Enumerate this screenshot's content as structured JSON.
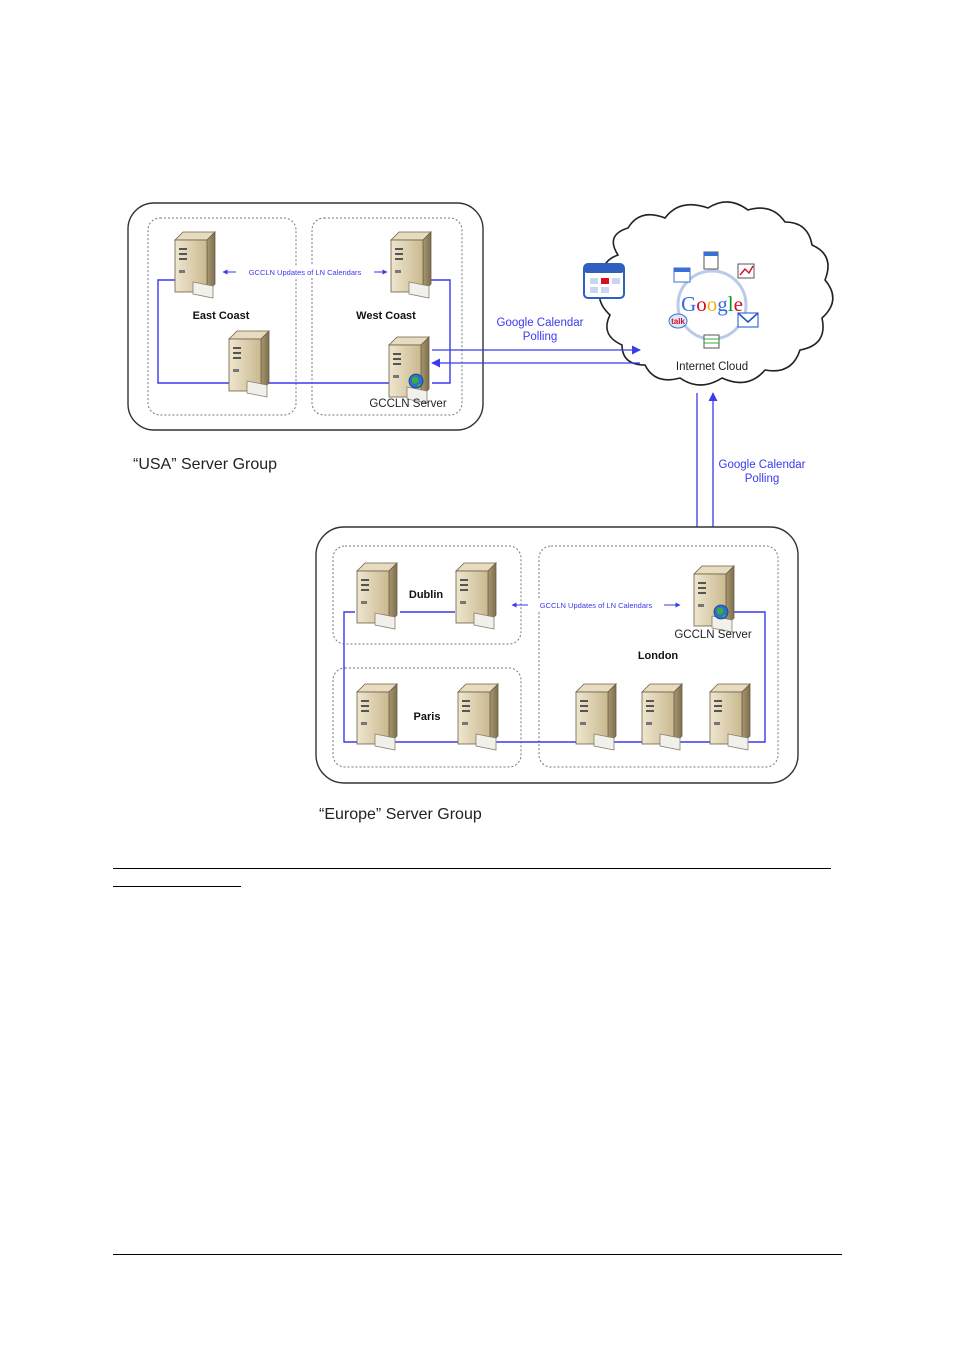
{
  "colors": {
    "link": "#3a3aee",
    "group_border": "#333333",
    "subgroup_border": "#777777",
    "server_body": "#d9ccad",
    "server_dark": "#6b5f47",
    "cloud_fill": "#ffffff"
  },
  "usa_group": {
    "label": "“USA” Server Group",
    "east_coast": "East Coast",
    "west_coast": "West Coast",
    "gccln_server": "GCCLN Server",
    "updates_label": "GCCLN Updates of LN Calendars"
  },
  "europe_group": {
    "label": "“Europe” Server Group",
    "dublin": "Dublin",
    "paris": "Paris",
    "london": "London",
    "gccln_server": "GCCLN Server",
    "updates_label": "GCCLN Updates of LN Calendars"
  },
  "cloud": {
    "label": "Internet Cloud",
    "logo_text": "Google",
    "icons": [
      "calendar-icon",
      "document-icon",
      "gmail-icon",
      "talk-icon",
      "chart-icon",
      "globe-icon"
    ]
  },
  "connections": {
    "usa_polling_line1": "Google Calendar",
    "usa_polling_line2": "Polling",
    "europe_polling_line1": "Google Calendar",
    "europe_polling_line2": "Polling"
  }
}
